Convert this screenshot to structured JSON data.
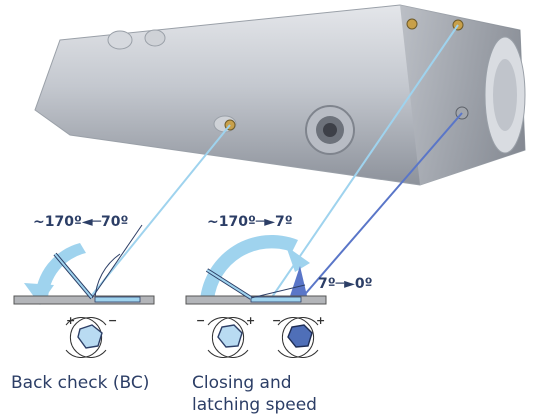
{
  "labels": {
    "bc_range": "~170º◄─70º",
    "closing_range": "~170º─►7º",
    "latching_range": "7º─►0º"
  },
  "captions": {
    "back_check": "Back check (BC)",
    "closing_line1": "Closing and",
    "closing_line2": "latching speed"
  },
  "adjusters": {
    "bc": {
      "left": "+",
      "right": "−"
    },
    "closing": {
      "left": "−",
      "right": "+"
    },
    "latching": {
      "left": "−",
      "right": "+"
    }
  },
  "colors": {
    "body_metal": "#c9ccd2",
    "light_blue": "#9fd3ee",
    "dark_blue": "#5a76c8",
    "label_text": "#2c3e66",
    "hex_light": "#b9dbf2",
    "hex_dark": "#4f6fb8"
  }
}
